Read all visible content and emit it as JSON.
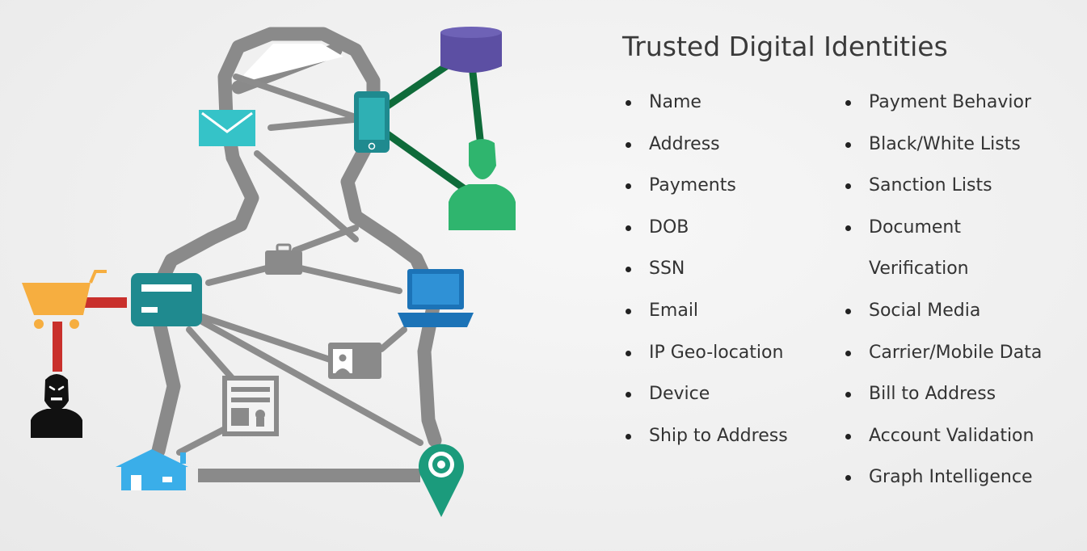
{
  "title": "Trusted Digital Identities",
  "identity_attributes_left": [
    "Name",
    "Address",
    "Payments",
    "DOB",
    "SSN",
    "Email",
    "IP Geo-location",
    "Device",
    "Ship to Address"
  ],
  "identity_attributes_right": [
    "Payment Behavior",
    "Black/White Lists",
    "Sanction Lists",
    "Document",
    "Verification",
    "Social Media",
    "Carrier/Mobile Data",
    "Bill to Address",
    "Account Validation",
    "Graph Intelligence"
  ],
  "colors": {
    "silhouette": "#8a8a8a",
    "link": "#8c8c8c",
    "email": "#35c3c8",
    "phone": "#1f8a8f",
    "database": "#5c4fa3",
    "person": "#2fb56e",
    "green_link": "#0f6b3a",
    "card": "#1f8a8f",
    "laptop": "#1c73b7",
    "cart": "#f6ae40",
    "fraud_link": "#c9302c",
    "fraudster": "#111111",
    "house": "#3aaee9",
    "location_pin": "#1b9b7c",
    "text": "#333333"
  }
}
